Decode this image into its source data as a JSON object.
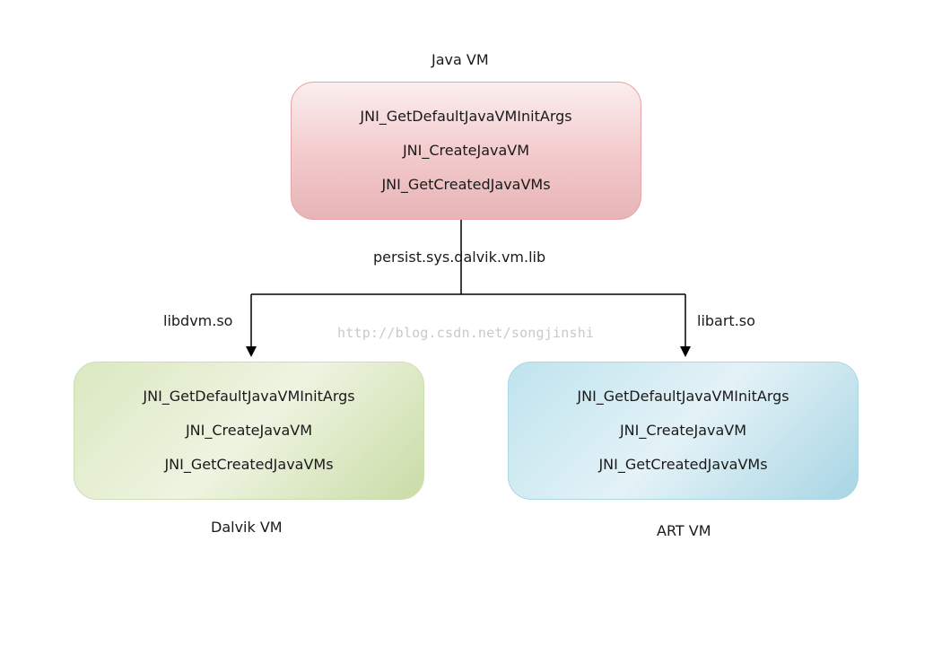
{
  "java_vm": {
    "title": "Java VM",
    "functions": [
      "JNI_GetDefaultJavaVMInitArgs",
      "JNI_CreateJavaVM",
      "JNI_GetCreatedJavaVMs"
    ]
  },
  "property_label": "persist.sys.dalvik.vm.lib",
  "dalvik": {
    "lib_label": "libdvm.so",
    "title": "Dalvik VM",
    "functions": [
      "JNI_GetDefaultJavaVMInitArgs",
      "JNI_CreateJavaVM",
      "JNI_GetCreatedJavaVMs"
    ]
  },
  "art": {
    "lib_label": "libart.so",
    "title": "ART VM",
    "functions": [
      "JNI_GetDefaultJavaVMInitArgs",
      "JNI_CreateJavaVM",
      "JNI_GetCreatedJavaVMs"
    ]
  },
  "watermark": "http://blog.csdn.net/songjinshi",
  "colors": {
    "java_box": "#f2c9cb",
    "dalvik_box": "#dbe8c1",
    "art_box": "#bfe3ee",
    "connector": "#000000"
  }
}
